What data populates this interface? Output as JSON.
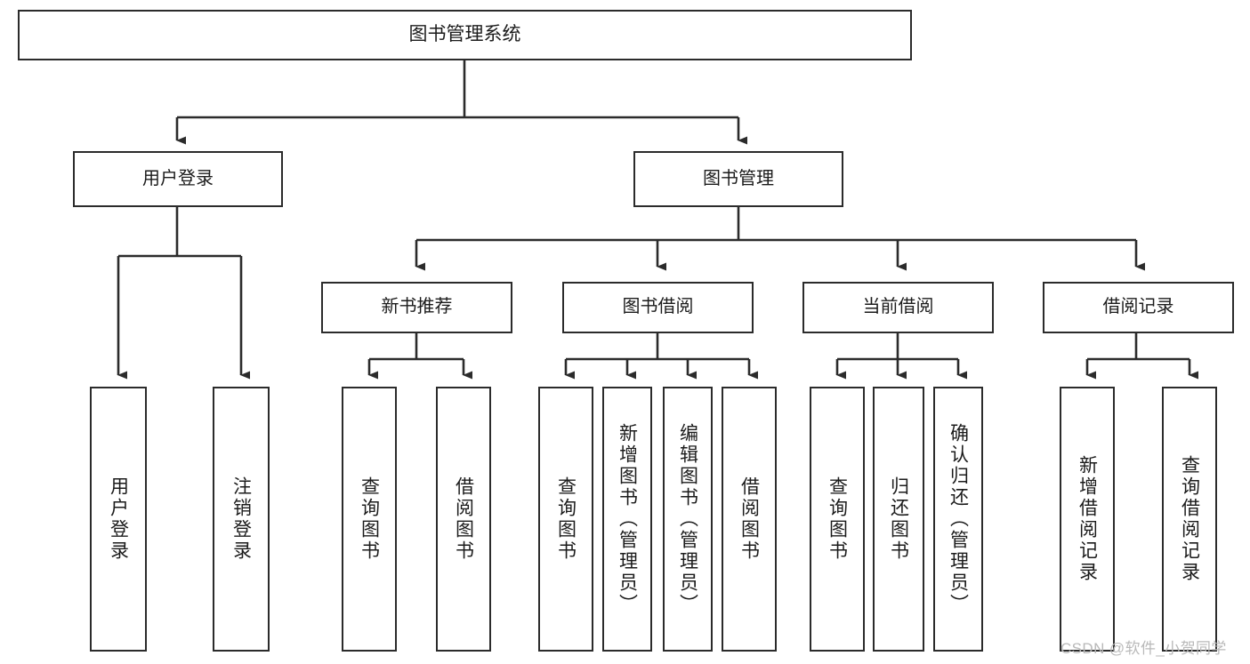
{
  "diagram": {
    "title": "图书管理系统",
    "type": "tree-hierarchy-diagram",
    "colors": {
      "box_border": "#2b2b2b",
      "box_fill": "#ffffff",
      "connector": "#2b2b2b",
      "text": "#1b1b1b",
      "watermark": "#b9b9b9",
      "background": "#ffffff"
    },
    "nodes": {
      "root": {
        "label": "图书管理系统"
      },
      "level1": [
        {
          "id": "user-login",
          "label": "用户登录"
        },
        {
          "id": "book-management",
          "label": "图书管理"
        }
      ],
      "level2": [
        {
          "id": "new-book-recommend",
          "label": "新书推荐"
        },
        {
          "id": "book-borrow",
          "label": "图书借阅"
        },
        {
          "id": "current-borrow",
          "label": "当前借阅"
        },
        {
          "id": "borrow-record",
          "label": "借阅记录"
        }
      ],
      "leaves": {
        "user_login": [
          {
            "id": "leaf-user-login",
            "label": "用户登录"
          },
          {
            "id": "leaf-logout-login",
            "label": "注销登录"
          }
        ],
        "new_book_recommend": [
          {
            "id": "leaf-query-book-1",
            "label": "查询图书"
          },
          {
            "id": "leaf-borrow-book-1",
            "label": "借阅图书"
          }
        ],
        "book_borrow": [
          {
            "id": "leaf-query-book-2",
            "label": "查询图书"
          },
          {
            "id": "leaf-add-book",
            "label": "新增图书（管理员）"
          },
          {
            "id": "leaf-edit-book",
            "label": "编辑图书（管理员）"
          },
          {
            "id": "leaf-borrow-book-2",
            "label": "借阅图书"
          }
        ],
        "current_borrow": [
          {
            "id": "leaf-query-book-3",
            "label": "查询图书"
          },
          {
            "id": "leaf-return-book",
            "label": "归还图书"
          },
          {
            "id": "leaf-confirm-return",
            "label": "确认归还（管理员）"
          }
        ],
        "borrow_record": [
          {
            "id": "leaf-add-record",
            "label": "新增借阅记录"
          },
          {
            "id": "leaf-query-record",
            "label": "查询借阅记录"
          }
        ]
      }
    }
  },
  "watermark": {
    "text": "CSDN @软件_小贺同学"
  }
}
